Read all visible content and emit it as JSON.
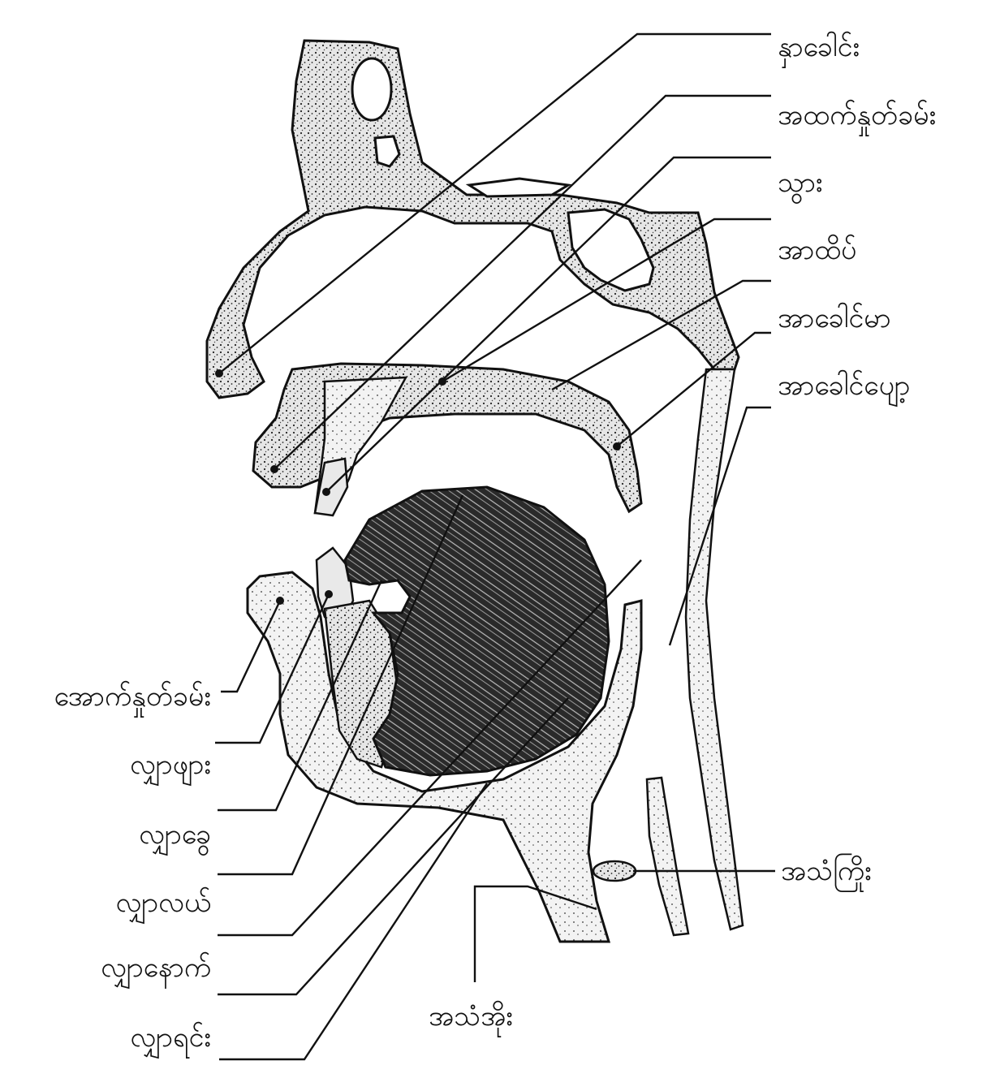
{
  "labels": {
    "nasal_cavity": "နှာခေါင်း",
    "upper_lip": "အထက်နှုတ်ခမ်း",
    "teeth": "သွား",
    "alveolar_ridge": "အာထိပ်",
    "hard_palate": "အာခေါင်မာ",
    "soft_palate": "အာခေါင်ပျော့",
    "lower_lip": "အောက်နှုတ်ခမ်း",
    "tongue_tip": "လျှာဖျား",
    "tongue_blade": "လျှာခွေ",
    "tongue_middle": "လျှာလယ်",
    "tongue_back": "လျှာနောက်",
    "tongue_root": "လျှာရင်း",
    "vocal_cords": "အသံကြိုး",
    "larynx": "အသံအိုး"
  },
  "colors": {
    "ink": "#111111",
    "tissue": "#d9d9d9",
    "background": "#ffffff"
  }
}
